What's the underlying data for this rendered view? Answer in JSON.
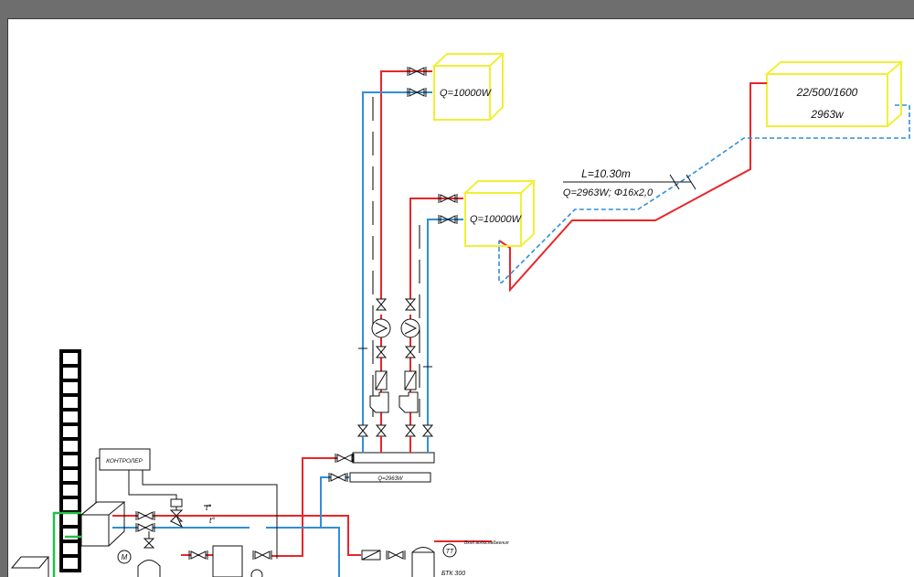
{
  "drawing": {
    "units": [
      {
        "id": "unit-top",
        "label": "Q=10000W"
      },
      {
        "id": "unit-middle",
        "label": "Q=10000W"
      },
      {
        "id": "unit-right",
        "line1": "22/500/1600",
        "line2": "2963w"
      }
    ],
    "pipe_run": {
      "length": "L=10.30m",
      "spec": "Q=2963W; Φ16x2,0"
    },
    "manifold_label": "Q=2963W",
    "controller_label": "КОНТРОЛЕР",
    "sensor_labels": [
      "t°",
      "t°"
    ],
    "motor_symbol": "M",
    "gauge_symbol": "TT",
    "tank_label": "БТК 300",
    "note_label": "Вход водоснабжения"
  },
  "colors": {
    "supply": "#e8262a",
    "return": "#2f8fd8",
    "equipment": "#f2ef35",
    "wall": "#000000",
    "green": "#22c04a",
    "background": "#6e6e6e"
  }
}
